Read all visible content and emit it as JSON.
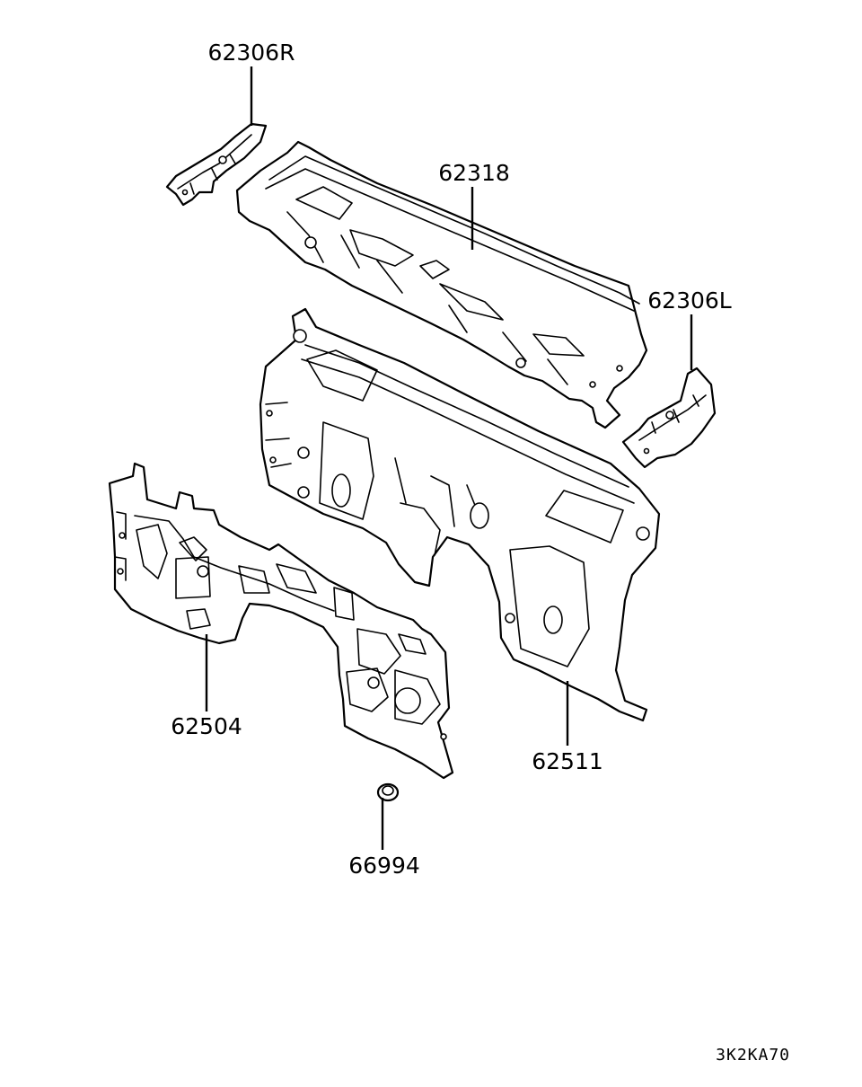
{
  "diagram": {
    "parts": [
      {
        "id": "62306R",
        "label": "62306R"
      },
      {
        "id": "62318",
        "label": "62318"
      },
      {
        "id": "62306L",
        "label": "62306L"
      },
      {
        "id": "62511",
        "label": "62511"
      },
      {
        "id": "62504",
        "label": "62504"
      },
      {
        "id": "66994",
        "label": "66994"
      }
    ],
    "figure_code": "3K2KA70"
  }
}
